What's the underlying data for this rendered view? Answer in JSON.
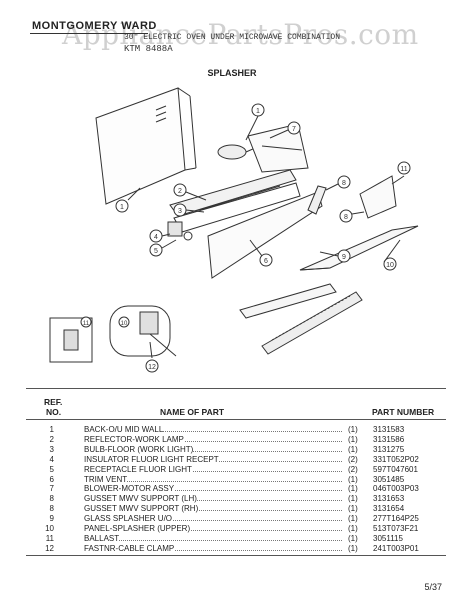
{
  "header": {
    "brand": "MONTGOMERY WARD",
    "model_desc": "30\" ELECTRIC OVEN UNDER MICROWAVE COMBINATION",
    "model_number": "KTM 8488A",
    "watermark": "AppliancePartsPros.com"
  },
  "section_title": "SPLASHER",
  "callouts": [
    "1",
    "2",
    "3",
    "4",
    "5",
    "6",
    "7",
    "8",
    "9",
    "10",
    "11",
    "12",
    "11",
    "10"
  ],
  "table": {
    "col_ref": "REF.",
    "col_no": "NO.",
    "col_name": "NAME OF PART",
    "col_part": "PART NUMBER",
    "rows": [
      {
        "no": "1",
        "name": "BACK-O/U MID WALL",
        "qty": "(1)",
        "part": "3131583"
      },
      {
        "no": "2",
        "name": "REFLECTOR-WORK LAMP",
        "qty": "(1)",
        "part": "3131586"
      },
      {
        "no": "3",
        "name": "BULB-FLOOR (WORK LIGHT)",
        "qty": "(1)",
        "part": "3131275"
      },
      {
        "no": "4",
        "name": "INSULATOR FLUOR LIGHT RECEPT",
        "qty": "(2)",
        "part": "331T052P02"
      },
      {
        "no": "5",
        "name": "RECEPTACLE FLUOR LIGHT",
        "qty": "(2)",
        "part": "597T047601"
      },
      {
        "no": "6",
        "name": "TRIM VENT",
        "qty": "(1)",
        "part": "3051485"
      },
      {
        "no": "7",
        "name": "BLOWER-MOTOR ASSY",
        "qty": "(1)",
        "part": "046T003P03"
      },
      {
        "no": "8",
        "name": "GUSSET MWV SUPPORT (LH)",
        "qty": "(1)",
        "part": "3131653"
      },
      {
        "no": "8",
        "name": "GUSSET MWV SUPPORT (RH)",
        "qty": "(1)",
        "part": "3131654"
      },
      {
        "no": "9",
        "name": "GLASS SPLASHER U/O",
        "qty": "(1)",
        "part": "277T164P25"
      },
      {
        "no": "10",
        "name": "PANEL-SPLASHER (UPPER)",
        "qty": "(1)",
        "part": "513T073F21"
      },
      {
        "no": "11",
        "name": "BALLAST",
        "qty": "(1)",
        "part": "3051115"
      },
      {
        "no": "12",
        "name": "FASTNR-CABLE CLAMP",
        "qty": "(1)",
        "part": "241T003P01"
      }
    ]
  },
  "page_number": "5/37"
}
